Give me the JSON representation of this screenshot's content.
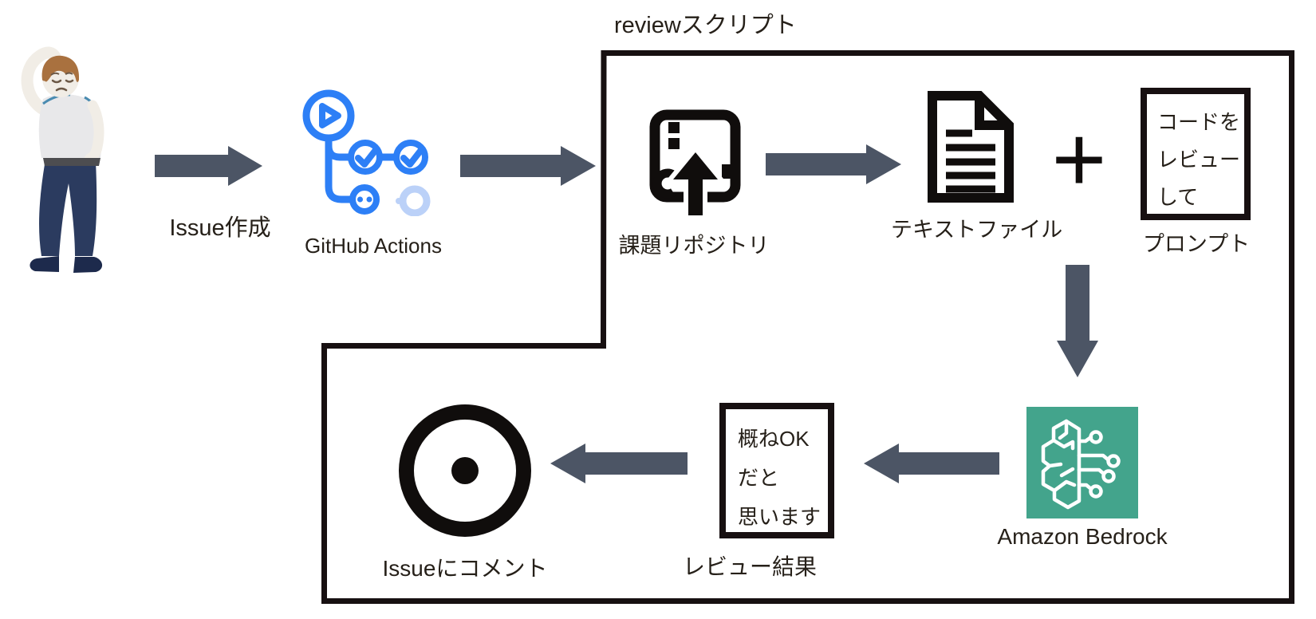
{
  "title": "reviewスクリプト",
  "colors": {
    "arrow": "#4C5565",
    "box_border": "#171011",
    "ink": "#100D0C",
    "text": "#262019",
    "github_blue": "#2D7FF6",
    "github_blue_light": "#BBD1F8",
    "bedrock_teal": "#43A48C"
  },
  "flow": {
    "step1_label": "Issue作成",
    "github_actions_label": "GitHub Actions",
    "repo_label": "課題リポジトリ",
    "text_file_label": "テキストファイル",
    "plus_symbol": "+",
    "prompt_box": {
      "line1": "コードを",
      "line2": "レビュー",
      "line3": "して",
      "label": "プロンプト"
    },
    "bedrock_label": "Amazon Bedrock",
    "review_box": {
      "line1": "概ねOK",
      "line2": "だと",
      "line3": "思います",
      "label": "レビュー結果"
    },
    "issue_comment_label": "Issueにコメント"
  },
  "icons": {
    "person": "confused-person-illustration",
    "github_actions": "github-actions-workflow-icon",
    "repo": "repo-push-icon",
    "text_file": "document-icon",
    "plus": "plus-icon",
    "bedrock": "amazon-bedrock-icon",
    "issue_comment": "issue-opened-icon",
    "arrows": "flow-arrow"
  }
}
